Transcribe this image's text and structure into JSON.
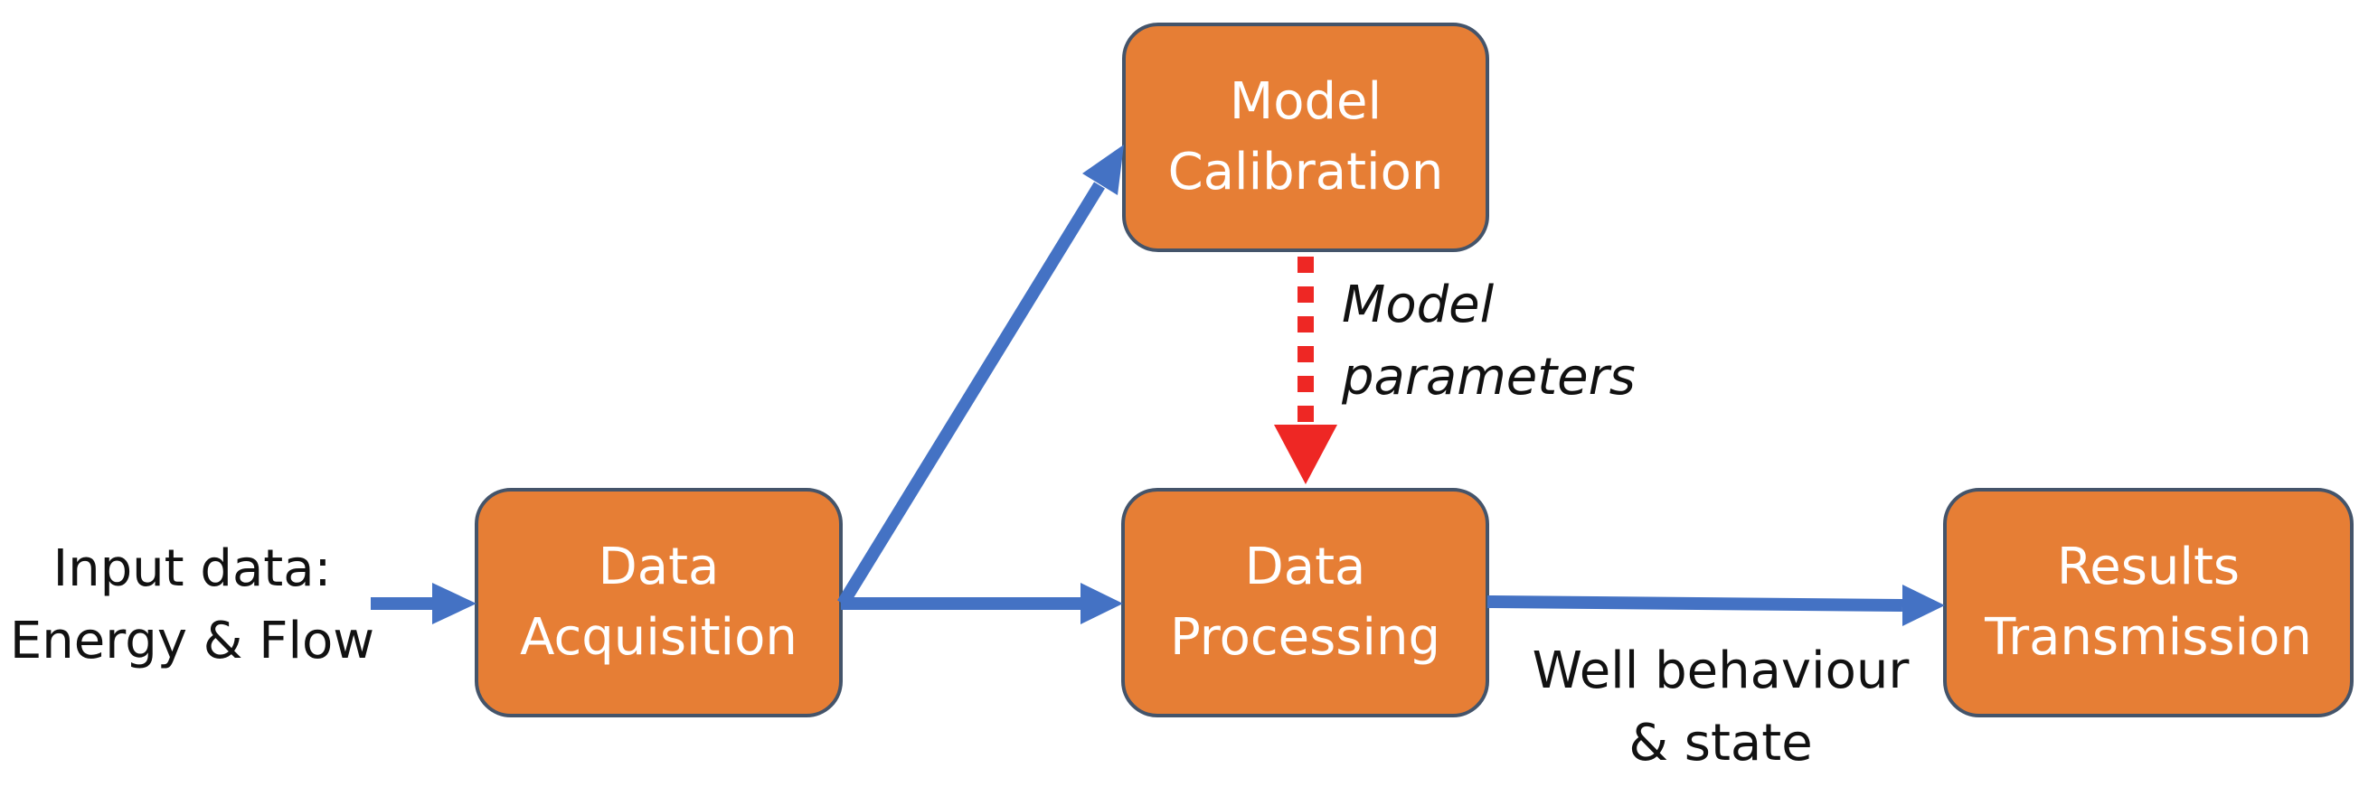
{
  "colors": {
    "box_fill": "#E67E35",
    "box_stroke": "#44546A",
    "arrow_main": "#4472C4",
    "arrow_param": "#EE2724",
    "text_dark": "#111111",
    "text_light": "#FFFFFF"
  },
  "input_label": {
    "line1": "Input data:",
    "line2": "Energy & Flow"
  },
  "boxes": {
    "acquisition": {
      "line1": "Data",
      "line2": "Acquisition"
    },
    "calibration": {
      "line1": "Model",
      "line2": "Calibration"
    },
    "processing": {
      "line1": "Data",
      "line2": "Processing"
    },
    "transmission": {
      "line1": "Results",
      "line2": "Transmission"
    }
  },
  "model_parameters": {
    "line1": "Model",
    "line2": "parameters"
  },
  "well_label": {
    "line1": "Well behaviour",
    "line2": "& state"
  }
}
